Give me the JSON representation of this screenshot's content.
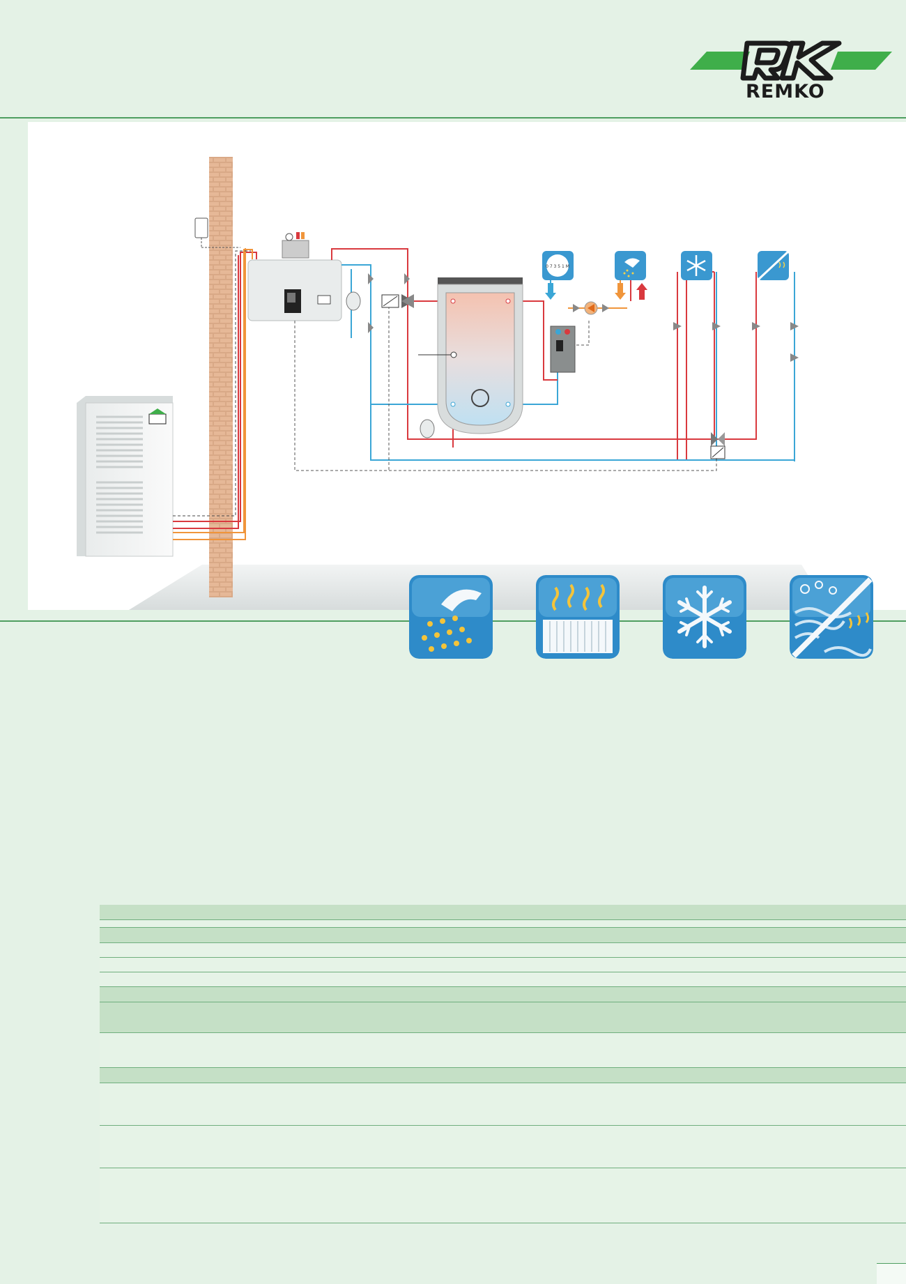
{
  "brand": {
    "name": "REMKO",
    "registered_mark": "®",
    "colors": {
      "green": "#3fae4a",
      "dark": "#1c1c1c",
      "band": "#e4f2e6",
      "rule": "#4e9e60"
    }
  },
  "schematic": {
    "display_readout": "0 7 3 5 1 M",
    "icons": [
      "water-meter-icon",
      "shower-icon",
      "snowflake-icon",
      "cooling-heating-icon"
    ]
  },
  "functions": [
    {
      "name": "hot-water-function-icon"
    },
    {
      "name": "heating-function-icon"
    },
    {
      "name": "cooling-function-icon"
    },
    {
      "name": "combined-cooling-heating-function-icon"
    }
  ],
  "spec_rows": [
    {
      "type": "green",
      "h": 22
    },
    {
      "type": "light",
      "h": 11
    },
    {
      "type": "green",
      "h": 22
    },
    {
      "type": "light",
      "h": 21
    },
    {
      "type": "light",
      "h": 21
    },
    {
      "type": "light",
      "h": 21
    },
    {
      "type": "green",
      "h": 22
    },
    {
      "type": "green",
      "h": 44
    },
    {
      "type": "light",
      "h": 50
    },
    {
      "type": "green",
      "h": 22
    },
    {
      "type": "light",
      "h": 61
    },
    {
      "type": "light",
      "h": 61
    },
    {
      "type": "light",
      "h": 79
    }
  ]
}
